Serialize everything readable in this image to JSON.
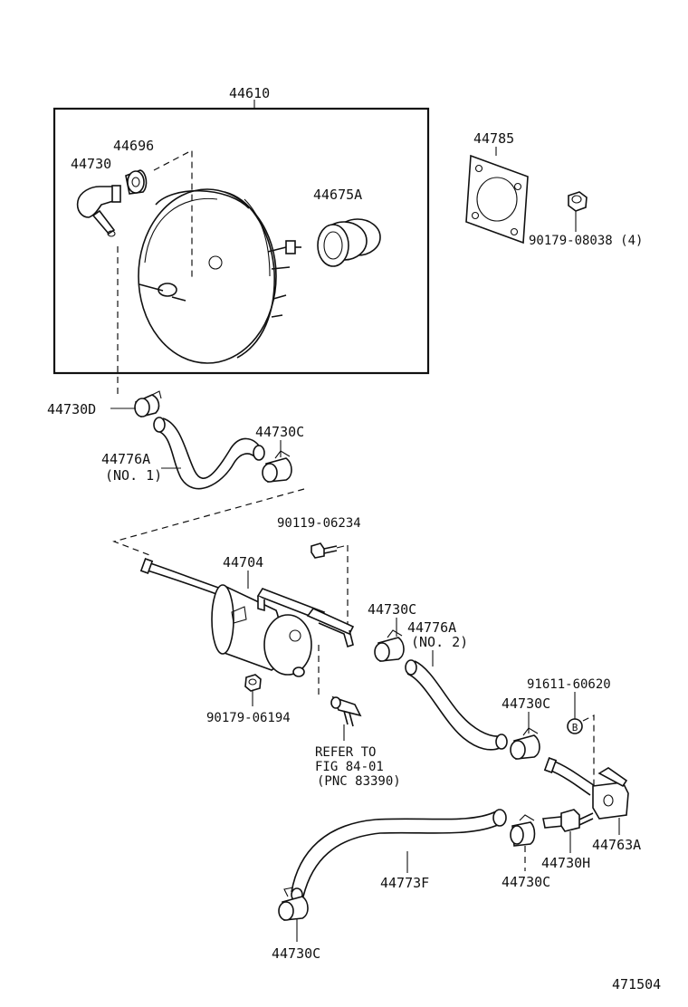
{
  "labels": {
    "assembly": "44610",
    "grommet": "44696",
    "check_valve": "44730",
    "seal": "44675A",
    "gasket": "44785",
    "nut_top": "90179-08038 (4)",
    "clip_d": "44730D",
    "hose_no1": "44776A",
    "hose_no1_sub": "(NO. 1)",
    "clip_c1": "44730C",
    "bolt": "90119-06234",
    "pump": "44704",
    "clip_c2": "44730C",
    "hose_no2": "44776A",
    "hose_no2_sub": "(NO. 2)",
    "nut_mid": "90179-06194",
    "refer1": "REFER TO",
    "refer2": "FIG 84-01",
    "refer3": "(PNC 83390)",
    "bolt2": "91611-60620",
    "clip_c3": "44730C",
    "union": "44763A",
    "valve_h": "44730H",
    "hose_f": "44773F",
    "clip_c4": "44730C",
    "clip_c5": "44730C",
    "figure_no": "471504"
  },
  "icons": {
    "callout_b": "B"
  }
}
